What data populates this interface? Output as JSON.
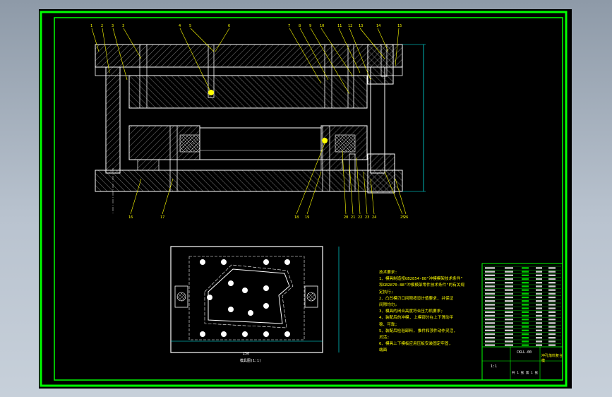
{
  "drawing": {
    "views": {
      "top_callouts": [
        "1",
        "2",
        "3",
        "3",
        "4",
        "5",
        "6",
        "7",
        "8",
        "9",
        "10",
        "11",
        "12",
        "13",
        "14",
        "15"
      ],
      "bottom_callouts": [
        "16",
        "17",
        "18",
        "19",
        "20",
        "21",
        "22",
        "23",
        "24",
        "25",
        "26"
      ]
    },
    "plan_dims": {
      "overall": "250",
      "note": "模具图(1:1)"
    },
    "technical_requirements": {
      "heading": "技术要求:",
      "items": [
        "1、模具制造按GB2854-88\"冲模模架技术条件\"",
        "和GB2870-88\"冲模模架零件技术条件\"的有关规",
        "定执行;",
        "2、凸凹模刃口间隙按设计值要求, 并保证",
        "间隙均匀;",
        "3、模具的闭合高度符合压力机要求;",
        "4、装配后的冲模, 上模部分在上下滑动平",
        "稳、可靠;",
        "5、装配后检验卸料, 推件和顶件动作灵活,",
        "灵活;",
        "6、模具上下模板应用压板安装固定牢固,",
        "端面"
      ]
    },
    "title_block": {
      "part_name": "冲孔落料复合模",
      "drawing_no": "CKLL-00",
      "scale": "1:1",
      "sheet": "共 1 张 第 1 张",
      "rows": 22
    }
  },
  "colors": {
    "background": "#000000",
    "frame": "#00ff00",
    "drawing": "#ffffff",
    "leaders": "#ffff00",
    "hatch": "#ffffff",
    "dimension": "#00ffff",
    "title_block": "#00ff00"
  }
}
